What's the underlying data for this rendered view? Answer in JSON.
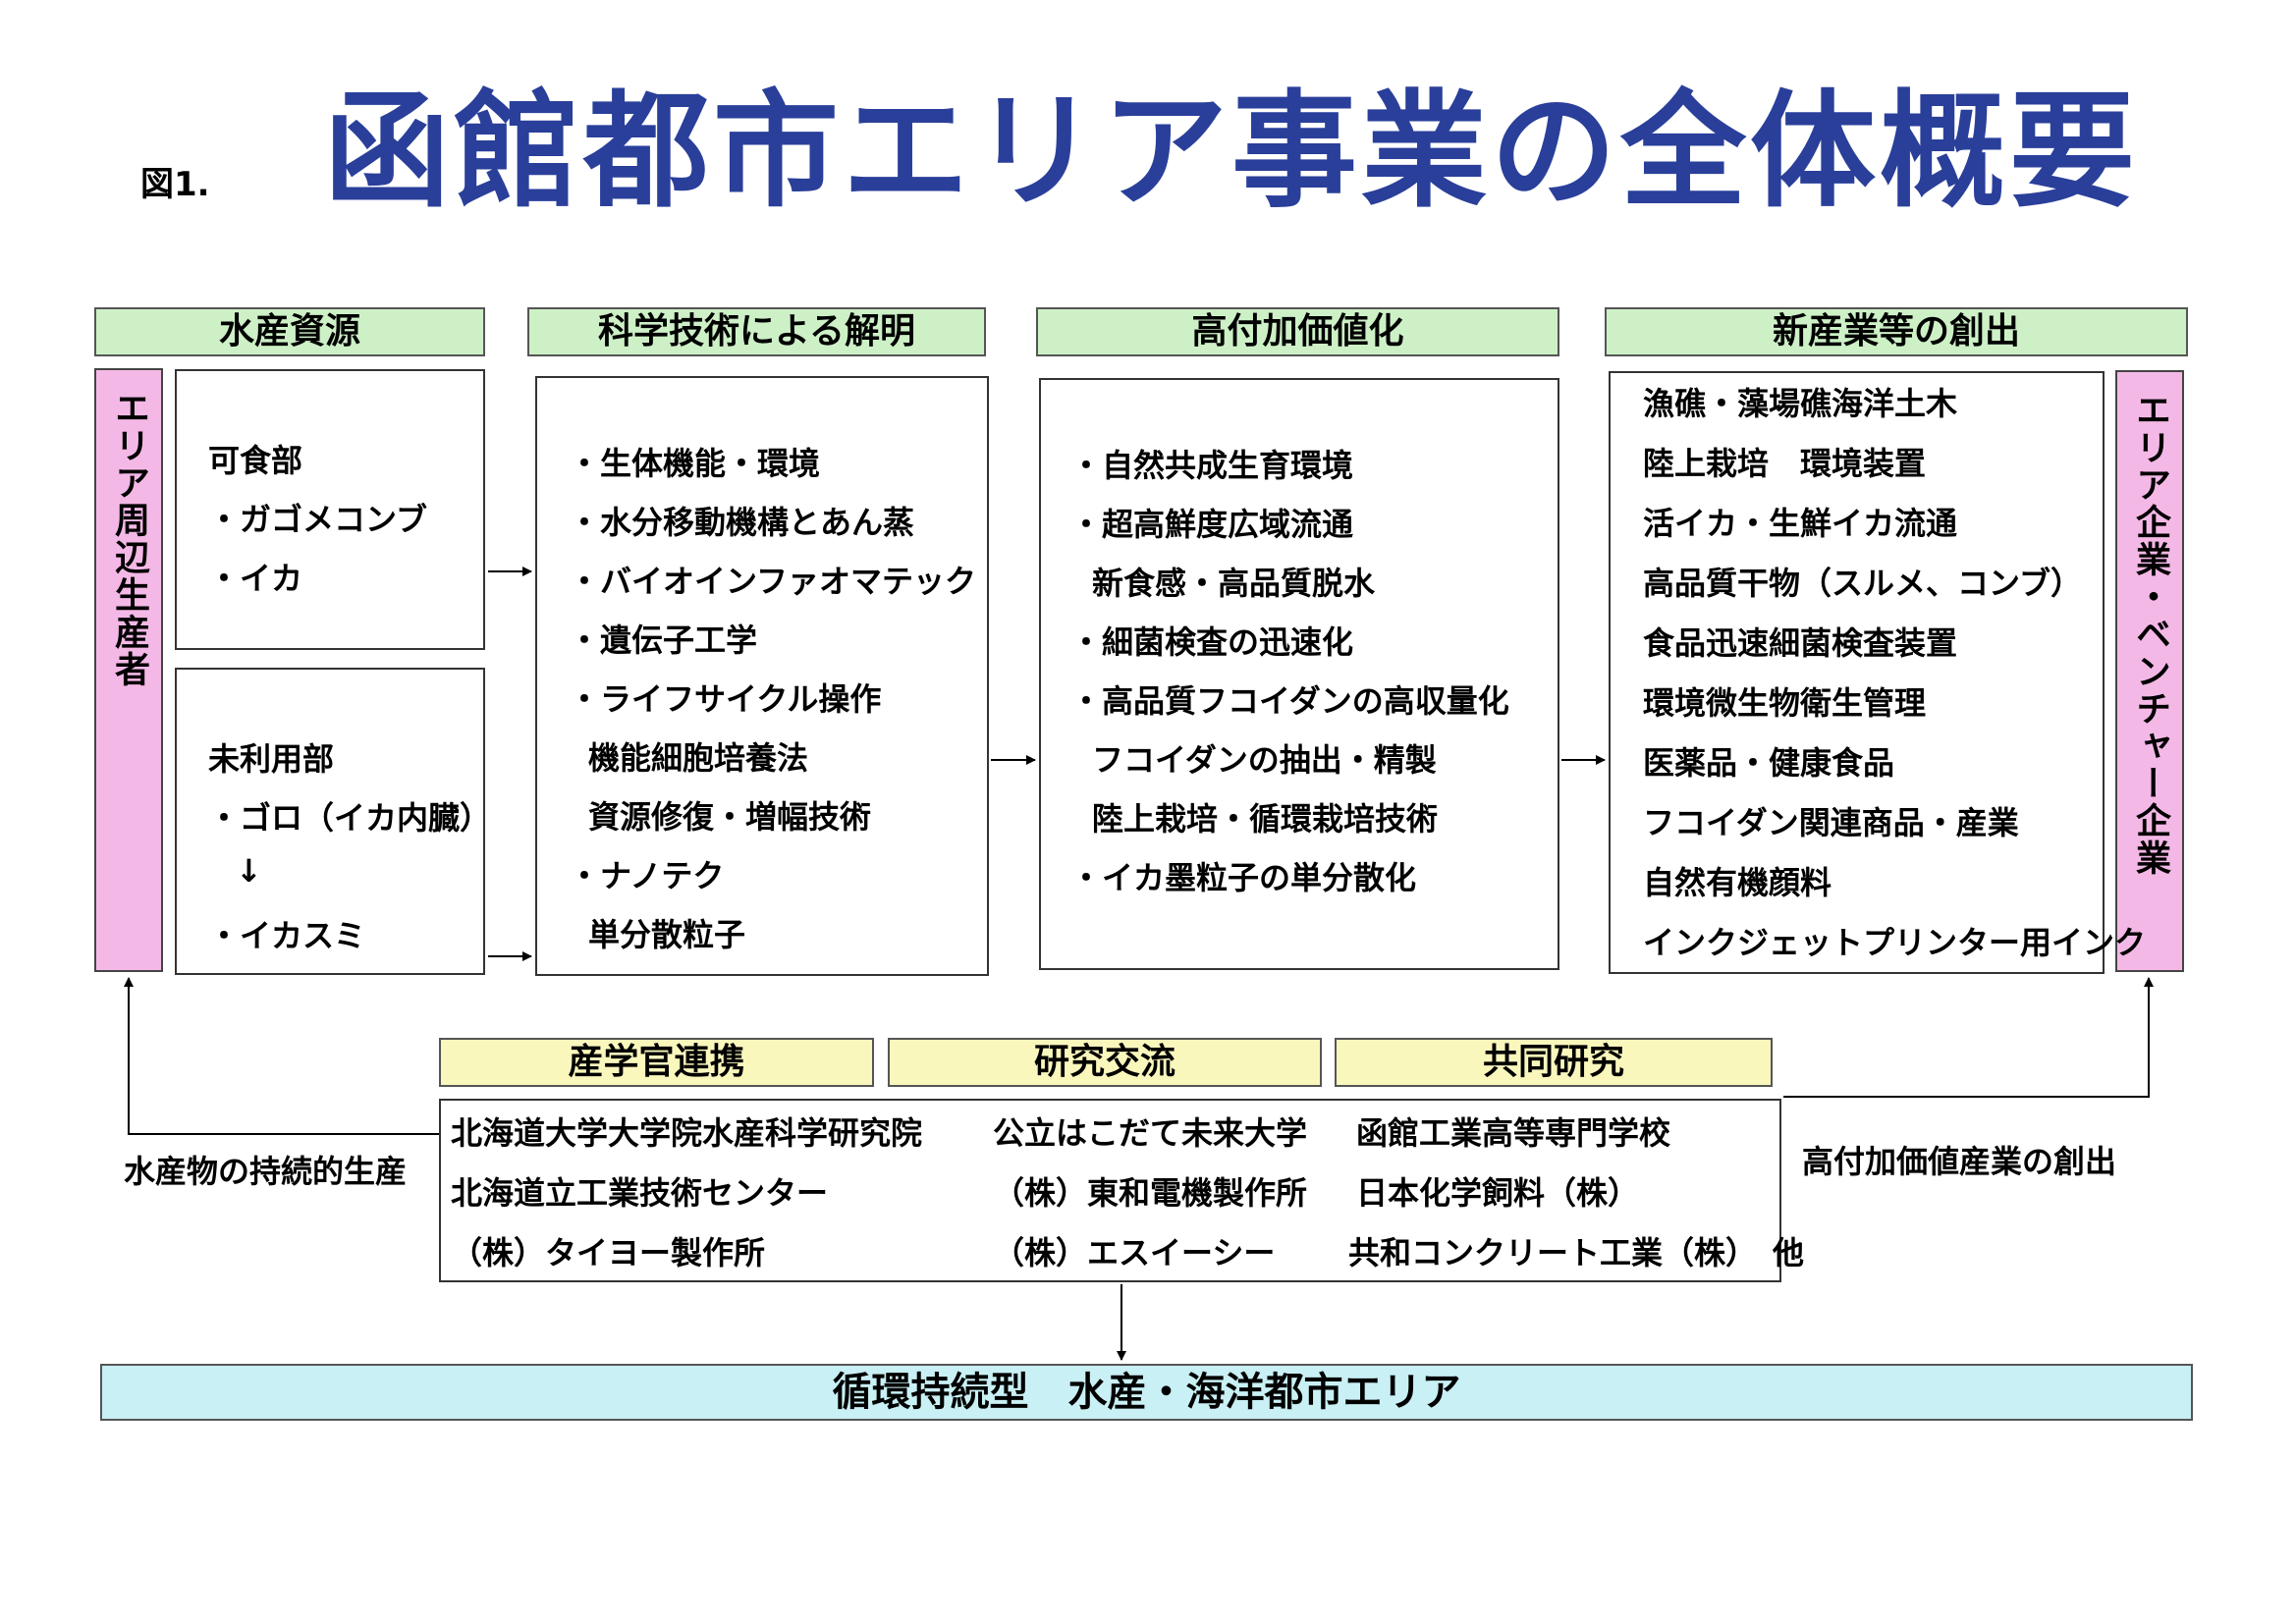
{
  "figure_label": "図1.",
  "title": "函館都市エリア事業の全体概要",
  "headers": {
    "col1": "水産資源",
    "col2": "科学技術による解明",
    "col3": "高付加価値化",
    "col4": "新産業等の創出"
  },
  "left_vertical": "エリア周辺生産者",
  "right_vertical": "エリア企業・ベンチャー企業",
  "col1_top": [
    "可食部",
    "・ガゴメコンブ",
    "・イカ"
  ],
  "col1_bottom": [
    "未利用部",
    "・ゴロ（イカ内臓）",
    "↓",
    "・イカスミ"
  ],
  "col2_items": [
    "・生体機能・環境",
    "・水分移動機構とあん蒸",
    "・バイオインファオマテック",
    "・遺伝子工学",
    "・ライフサイクル操作",
    "機能細胞培養法",
    "資源修復・増幅技術",
    "・ナノテク",
    "単分散粒子"
  ],
  "col3_items": [
    "・自然共成生育環境",
    "・超高鮮度広域流通",
    "新食感・高品質脱水",
    "・細菌検査の迅速化",
    "・高品質フコイダンの高収量化",
    "フコイダンの抽出・精製",
    "陸上栽培・循環栽培技術",
    "・イカ墨粒子の単分散化"
  ],
  "col4_items": [
    "漁礁・藻場礁海洋土木",
    "陸上栽培　環境装置",
    "活イカ・生鮮イカ流通",
    "高品質干物（スルメ、コンブ）",
    "食品迅速細菌検査装置",
    "環境微生物衛生管理",
    "医薬品・健康食品",
    "フコイダン関連商品・産業",
    "自然有機顔料",
    "インクジェットプリンター用インク"
  ],
  "collab_headers": [
    "産学官連携",
    "研究交流",
    "共同研究"
  ],
  "collab_rows": [
    [
      "北海道大学大学院水産科学研究院",
      "公立はこだて未来大学",
      "函館工業高等専門学校"
    ],
    [
      "北海道立工業技術センター",
      "（株）東和電機製作所",
      "日本化学飼料（株）"
    ],
    [
      "（株）タイヨー製作所",
      "（株）エスイーシー",
      "共和コンクリート工業（株）　他"
    ]
  ],
  "left_caption": "水産物の持続的生産",
  "right_caption": "高付加価値産業の創出",
  "bottom_banner": "循環持続型　水産・海洋都市エリア",
  "colors": {
    "title": "#2a3f9a",
    "header_green": "#cdf0c6",
    "header_yellow": "#faf7bd",
    "banner_cyan": "#c9f0f4",
    "side_pink": "#f4b8e6"
  }
}
